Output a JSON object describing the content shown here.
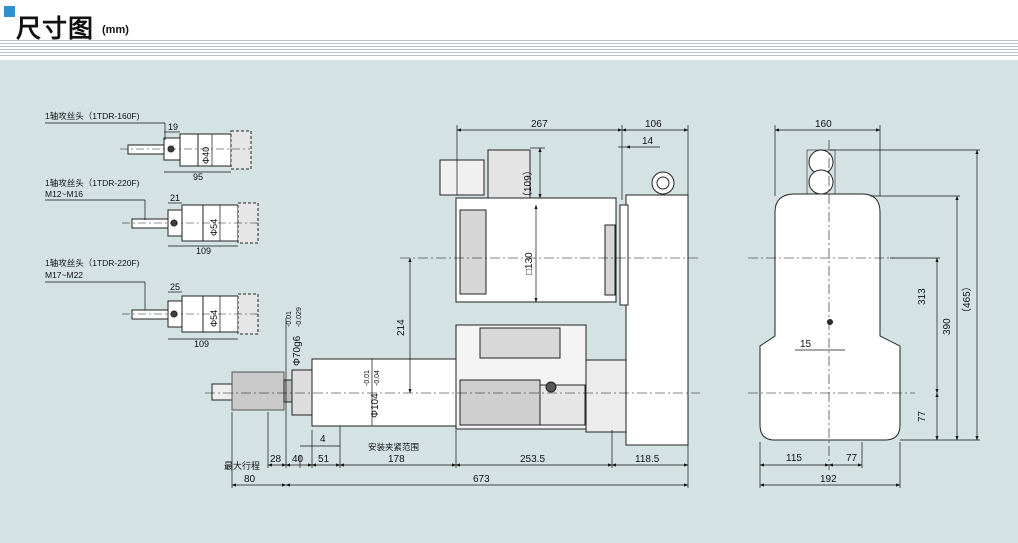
{
  "header": {
    "title": "尺寸图",
    "unit": "(mm)",
    "accent_color": "#2f8fd0"
  },
  "heads": [
    {
      "label": "1轴攻丝头（1TDR-160F)",
      "range": "",
      "dim_a": "19",
      "dia": "Φ40",
      "length": "95"
    },
    {
      "label": "1轴攻丝头（1TDR-220F)",
      "range": "M12~M16",
      "dim_a": "21",
      "dia": "Φ54",
      "length": "109"
    },
    {
      "label": "1轴攻丝头（1TDR-220F)",
      "range": "M17~M22",
      "dim_a": "25",
      "dia": "Φ54",
      "length": "109"
    }
  ],
  "side_view": {
    "top_267": "267",
    "top_106": "106",
    "top_14": "14",
    "motor_109": "（109）",
    "motor_130": "□130",
    "height_214": "214",
    "shaft_dia": "Φ70g6",
    "shaft_tol_upper": "-0.01",
    "shaft_tol_lower": "-0.029",
    "body_dia": "Φ104",
    "body_tol_upper": "-0.01",
    "body_tol_lower": "-0.04",
    "dim_4": "4",
    "clamp_label": "安装夹紧范围",
    "max_stroke_label": "最大行程",
    "d_28": "28",
    "d_40": "40",
    "d_51": "51",
    "d_178": "178",
    "d_253_5": "253.5",
    "d_118_5": "118.5",
    "d_80": "80",
    "d_673": "673"
  },
  "front_view": {
    "w_160": "160",
    "h_313": "313",
    "h_390": "390",
    "h_465": "（465）",
    "d_15": "15",
    "d_77_v": "77",
    "d_115": "115",
    "d_77_h": "77",
    "d_192": "192"
  }
}
